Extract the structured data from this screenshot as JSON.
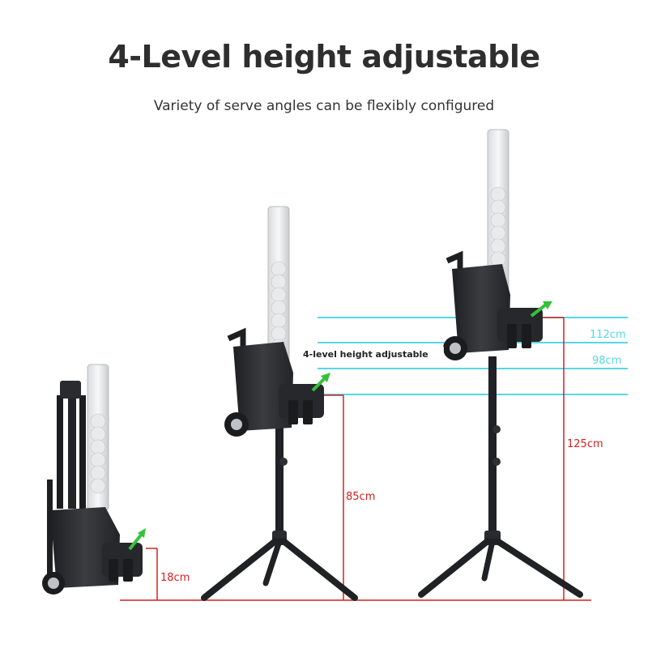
{
  "title": "4-Level height adjustable",
  "subtitle": "Variety of serve angles can be flexibly configured",
  "callout": "4-level height adjustable",
  "measurements": {
    "h1": "18cm",
    "h2": "85cm",
    "h3": "125cm",
    "level_a": "112cm",
    "level_b": "98cm"
  },
  "colors": {
    "measure_line": "#d42020",
    "level_line": "#55d8e6",
    "machine_body": "#2b2d30",
    "arrow": "#35c23a"
  }
}
